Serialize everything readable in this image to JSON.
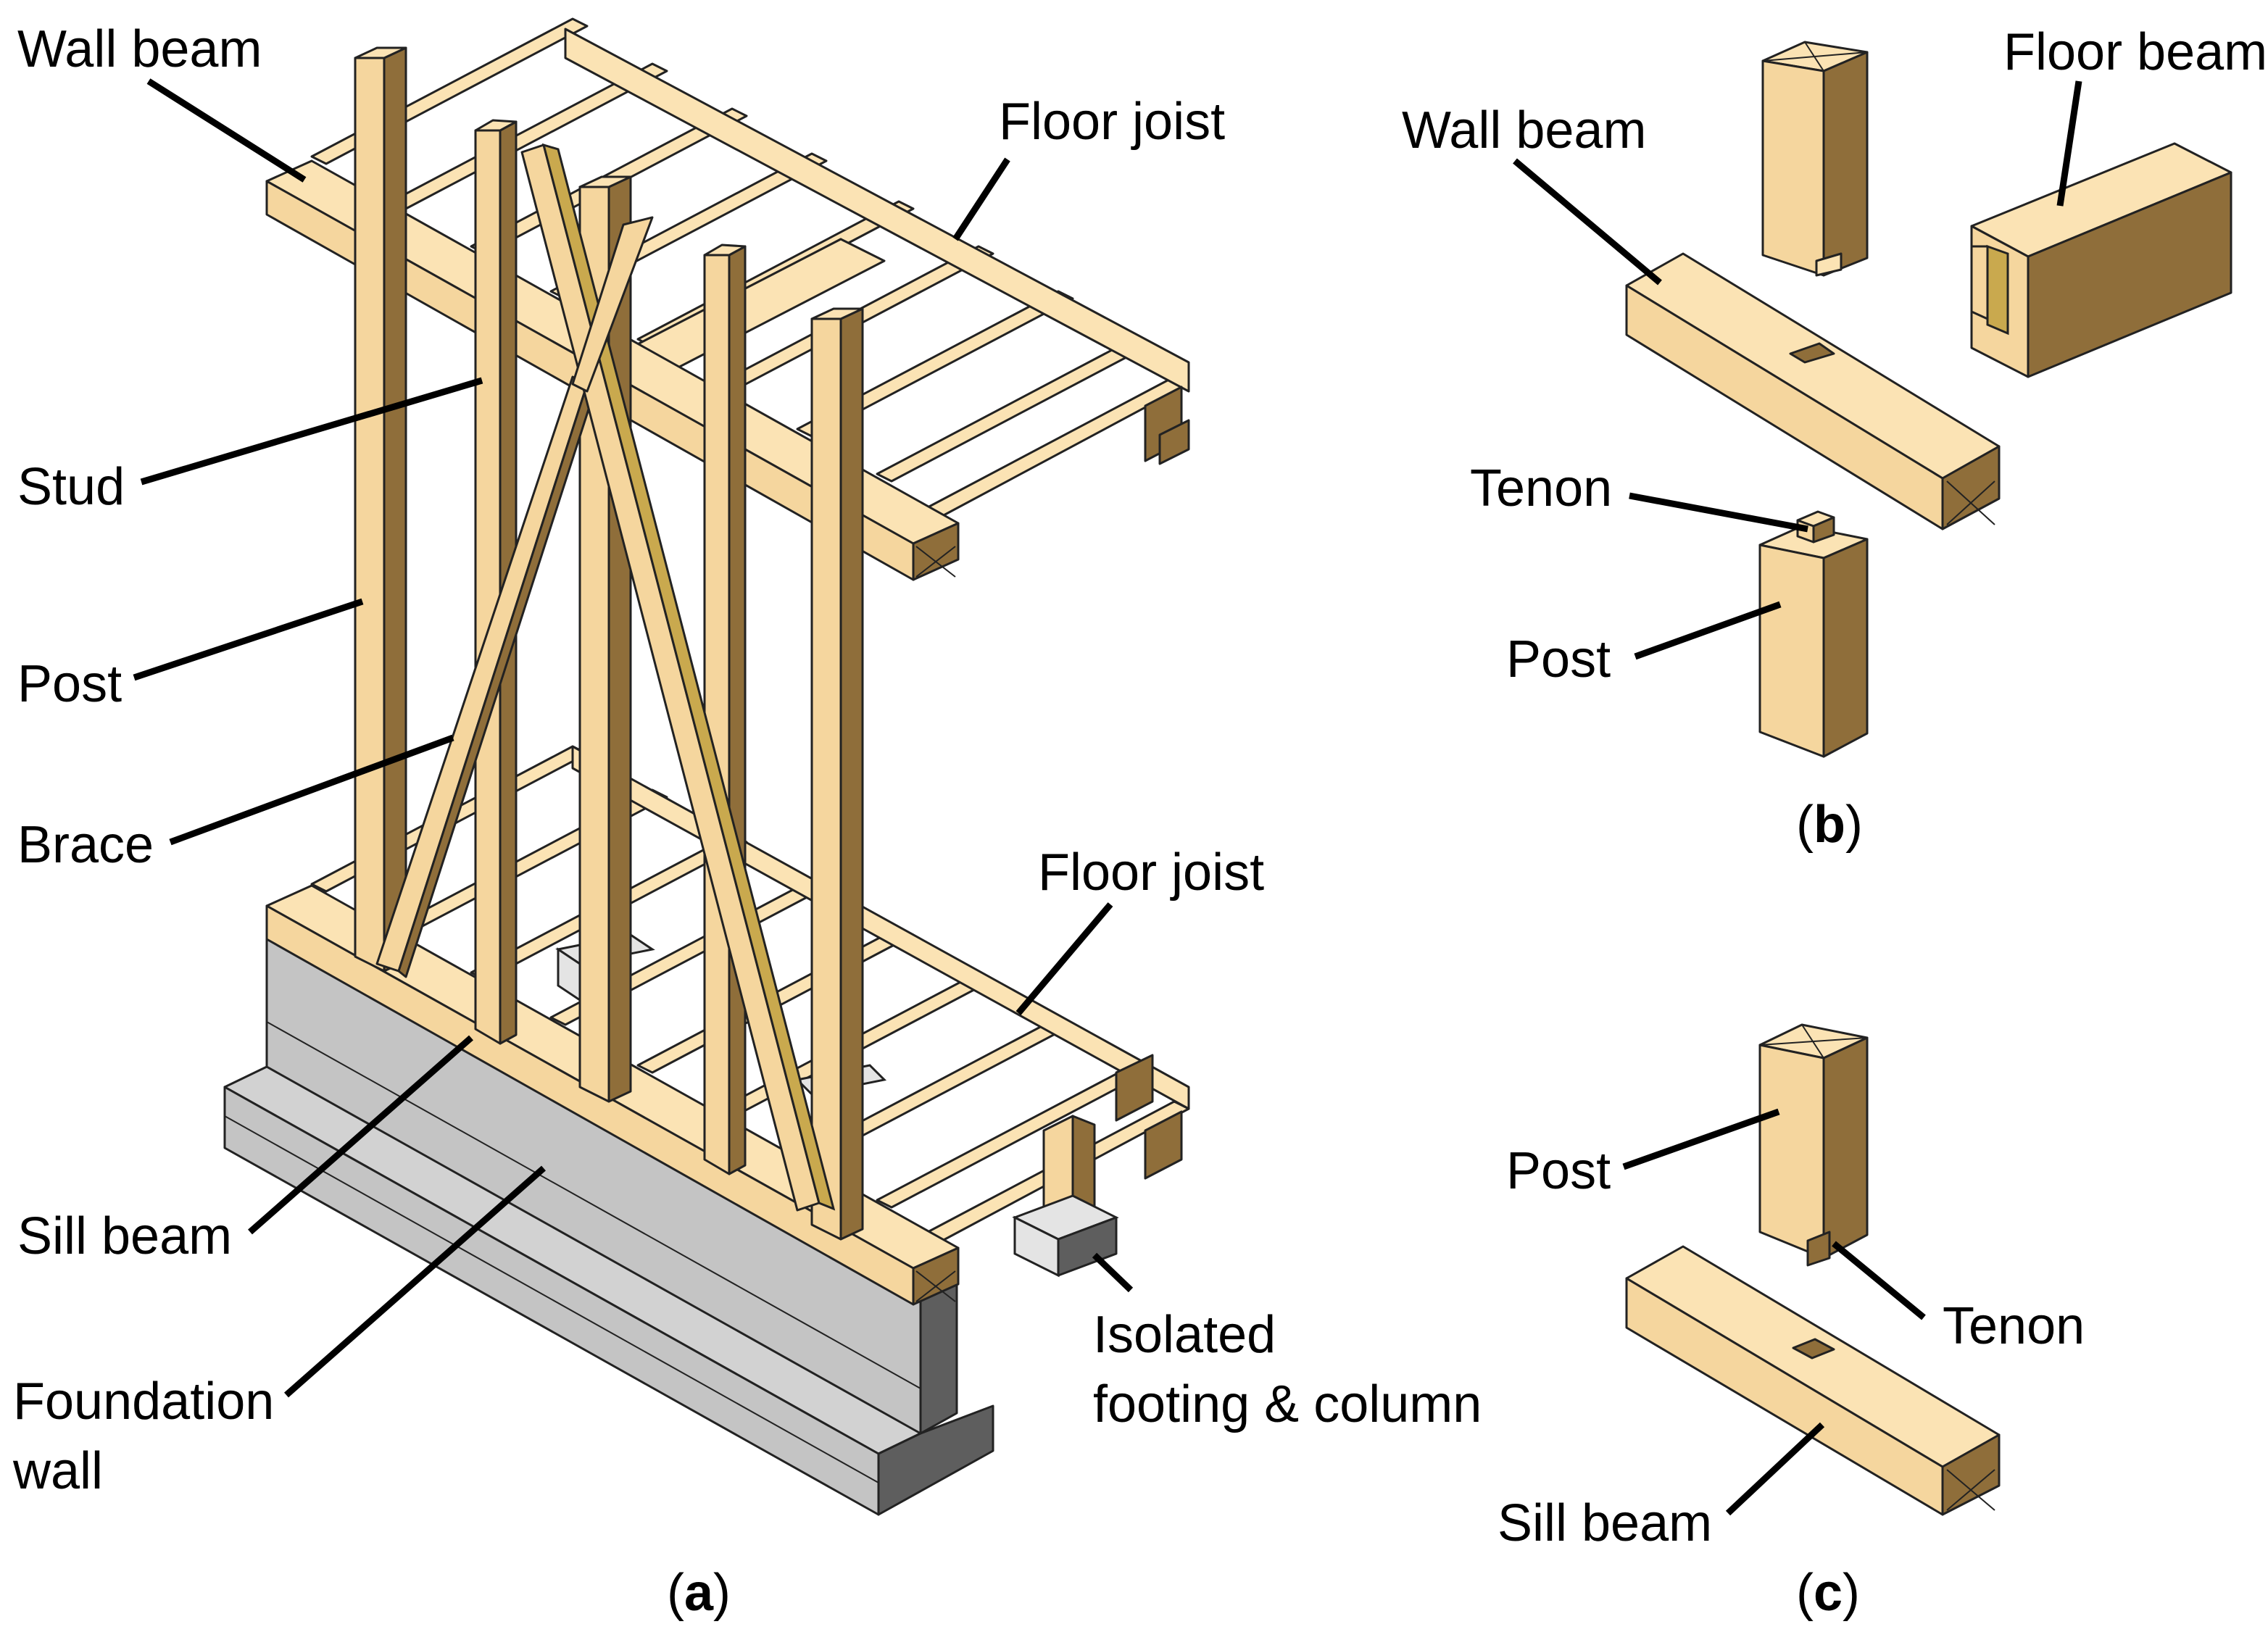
{
  "panel_a": {
    "caption_open": "(",
    "caption_letter": "a",
    "caption_close": ")",
    "labels": {
      "wall_beam": "Wall beam",
      "floor_joist_top": "Floor joist",
      "stud": "Stud",
      "post": "Post",
      "brace": "Brace",
      "floor_joist_bottom": "Floor joist",
      "sill_beam": "Sill beam",
      "foundation_wall_line1": "Foundation",
      "foundation_wall_line2": "wall",
      "isolated_footing_line1": "Isolated",
      "isolated_footing_line2": "footing & column"
    }
  },
  "panel_b": {
    "caption_open": "(",
    "caption_letter": "b",
    "caption_close": ")",
    "labels": {
      "floor_beam": "Floor beam",
      "wall_beam": "Wall beam",
      "tenon": "Tenon",
      "post": "Post"
    }
  },
  "panel_c": {
    "caption_open": "(",
    "caption_letter": "c",
    "caption_close": ")",
    "labels": {
      "post": "Post",
      "tenon": "Tenon",
      "sill_beam": "Sill beam"
    }
  },
  "colors": {
    "wood_top": "#FBE3B4",
    "wood_front": "#F5D69E",
    "wood_side": "#8F6E3A",
    "concrete_top": "#CFCFCF",
    "concrete_front": "#C4C4C4",
    "concrete_side": "#5E5E5E",
    "brace_face": "#C9A94E"
  }
}
